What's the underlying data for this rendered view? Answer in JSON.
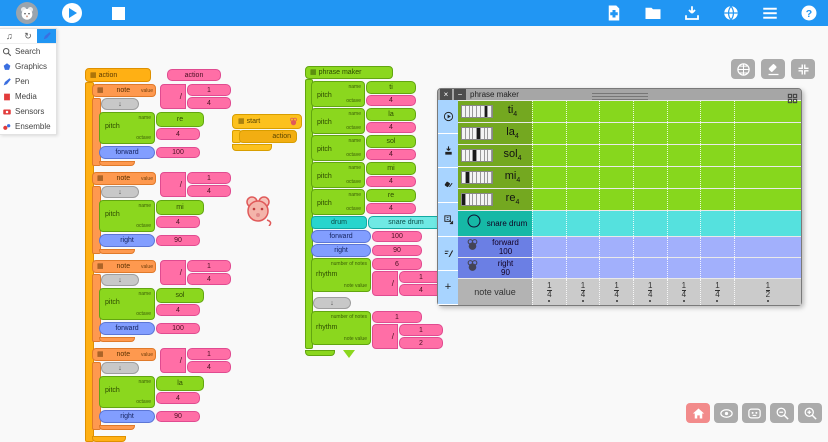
{
  "colors": {
    "topbar": "#2196f3",
    "action": "#ffb014",
    "action_bd": "#de9000",
    "note": "#fe994f",
    "note_bd": "#e07a2a",
    "pink": "#ff6ea6",
    "pink_bd": "#e04b90",
    "green": "#8bd71e",
    "green_bd": "#62a610",
    "blue": "#829eff",
    "blue_bd": "#5c76d6",
    "cyan": "#28d5cd",
    "cyan_bd": "#12aaa2",
    "cyanlight": "#6fe9e4",
    "vgray": "#c8c8c8",
    "vgray_bd": "#9e9e9e",
    "yellow": "#fcc11e",
    "yellow_bd": "#d89e00",
    "yellow2": "#f2ae12",
    "titlebar": "#a6a6a6",
    "side": "#a8d4ff",
    "w_pitch_label": "#74a820",
    "w_pitch_cell": "#87d71d",
    "w_drum_label": "#16b8a6",
    "w_drum_cell": "#55e1de",
    "w_motion_label": "#6b7fe4",
    "w_motion_cell": "#a2b0fc",
    "w_value_label": "#b3b3b3",
    "w_value_cell": "#cbcbcb",
    "home_btn": "#f28b8b",
    "gray_btn": "#ababab"
  },
  "toolbar": {
    "right_icons": [
      "file-plus",
      "folder",
      "download",
      "globe",
      "menu",
      "help"
    ]
  },
  "palette": {
    "tabs": [
      {
        "icon": "notes-icon",
        "glyph": "♫",
        "active": false
      },
      {
        "icon": "refresh-icon",
        "glyph": "↻",
        "active": false
      },
      {
        "icon": "pen-tab-icon",
        "glyph": "",
        "active": true
      }
    ],
    "items": [
      {
        "label": "Search",
        "icon": "magnifier"
      },
      {
        "label": "Graphics",
        "icon": "graphics"
      },
      {
        "label": "Pen",
        "icon": "pen"
      },
      {
        "label": "Media",
        "icon": "media"
      },
      {
        "label": "Sensors",
        "icon": "sensors"
      },
      {
        "label": "Ensemble",
        "icon": "ensemble"
      }
    ]
  },
  "canvas_buttons": {
    "top": [
      "grid-circle",
      "eraser",
      "compress"
    ],
    "bottom": [
      "home",
      "eye",
      "cartoon",
      "zoom-out",
      "zoom-in"
    ]
  },
  "labels": {
    "note": "note",
    "value": "value",
    "name": "name",
    "pitch": "pitch",
    "octave": "octave",
    "vspace": "↓",
    "divider": "/",
    "rhythm": "rhythm",
    "number_of_notes": "number of notes",
    "note_value": "note value",
    "drum": "drum"
  },
  "action_stack": {
    "header": "action",
    "name_value": "action",
    "notes": [
      {
        "num": "1",
        "den": "4",
        "pitch_name": "re",
        "octave": "4",
        "motion": "forward",
        "motion_value": "100"
      },
      {
        "num": "1",
        "den": "4",
        "pitch_name": "mi",
        "octave": "4",
        "motion": "right",
        "motion_value": "90"
      },
      {
        "num": "1",
        "den": "4",
        "pitch_name": "sol",
        "octave": "4",
        "motion": "forward",
        "motion_value": "100"
      },
      {
        "num": "1",
        "den": "4",
        "pitch_name": "la",
        "octave": "4",
        "motion": "right",
        "motion_value": "90"
      }
    ]
  },
  "start_stack": {
    "header": "start",
    "inner": "action"
  },
  "phrase_stack": {
    "header": "phrase maker",
    "items": [
      {
        "type": "pitch",
        "name": "ti",
        "octave": "4"
      },
      {
        "type": "pitch",
        "name": "la",
        "octave": "4"
      },
      {
        "type": "pitch",
        "name": "sol",
        "octave": "4"
      },
      {
        "type": "pitch",
        "name": "mi",
        "octave": "4"
      },
      {
        "type": "pitch",
        "name": "re",
        "octave": "4"
      },
      {
        "type": "drum",
        "value": "snare drum"
      },
      {
        "type": "motion",
        "label": "forward",
        "value": "100"
      },
      {
        "type": "motion",
        "label": "right",
        "value": "90"
      },
      {
        "type": "rhythm",
        "notes": "6",
        "num": "1",
        "den": "4"
      },
      {
        "type": "vspace"
      },
      {
        "type": "rhythm",
        "notes": "1",
        "num": "1",
        "den": "2"
      }
    ]
  },
  "widget": {
    "title": "phrase maker",
    "close_glyph": "×",
    "collapse_glyph": "−",
    "side_buttons": [
      "play-circle",
      "save",
      "clear",
      "export",
      "sort",
      "plus"
    ],
    "rows": [
      {
        "type": "pitch",
        "label": "ti",
        "octave": "4",
        "black_key": 6
      },
      {
        "type": "pitch",
        "label": "la",
        "octave": "4",
        "black_key": 4
      },
      {
        "type": "pitch",
        "label": "sol",
        "octave": "4",
        "black_key": 3
      },
      {
        "type": "pitch",
        "label": "mi",
        "octave": "4",
        "black_key": 1
      },
      {
        "type": "pitch",
        "label": "re",
        "octave": "4",
        "black_key": 0
      },
      {
        "type": "drum",
        "label": "snare drum"
      },
      {
        "type": "motion",
        "label": "forward",
        "value": "100"
      },
      {
        "type": "motion",
        "label": "right",
        "value": "90"
      }
    ],
    "note_value_label": "note value",
    "note_values": [
      {
        "num": "1",
        "den": "4"
      },
      {
        "num": "1",
        "den": "4"
      },
      {
        "num": "1",
        "den": "4"
      },
      {
        "num": "1",
        "den": "4"
      },
      {
        "num": "1",
        "den": "4"
      },
      {
        "num": "1",
        "den": "4"
      },
      {
        "num": "1",
        "den": "2"
      }
    ]
  }
}
